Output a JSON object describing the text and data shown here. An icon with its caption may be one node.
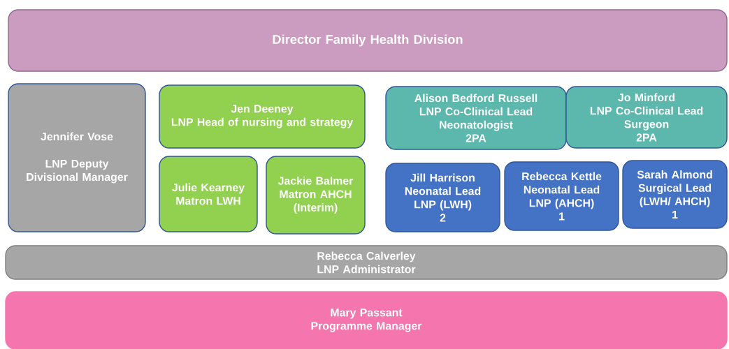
{
  "diagram": {
    "nodes": [
      {
        "text": [
          "Director Family Health Division"
        ]
      },
      {
        "text": [
          "Jennifer Vose",
          "LNP Deputy Divisional Manager"
        ]
      },
      {
        "text": [
          "Jen Deeney",
          "LNP Head of nursing and strategy"
        ]
      },
      {
        "text": [
          "Julie Kearney",
          "Matron LWH"
        ]
      },
      {
        "text": [
          "Jackie Balmer",
          "Matron AHCH",
          "(Interim)"
        ]
      },
      {
        "text": [
          "Alison Bedford Russell",
          "LNP Co-Clinical Lead",
          "Neonatologist",
          "2PA"
        ]
      },
      {
        "text": [
          "Jo Minford",
          "LNP Co-Clinical Lead",
          "Surgeon",
          "2PA"
        ]
      },
      {
        "text": [
          "Jill Harrison",
          "Neonatal Lead",
          "LNP (LWH)",
          "2"
        ]
      },
      {
        "text": [
          "Rebecca Kettle",
          "Neonatal Lead",
          "LNP (AHCH)",
          "1"
        ]
      },
      {
        "text": [
          "Sarah Almond",
          "Surgical Lead",
          "(LWH/ AHCH)",
          "1"
        ]
      },
      {
        "text": [
          "Rebecca Calverley",
          "LNP Administrator"
        ]
      },
      {
        "text": [
          "Mary Passant",
          "Programme Manager"
        ]
      }
    ]
  }
}
